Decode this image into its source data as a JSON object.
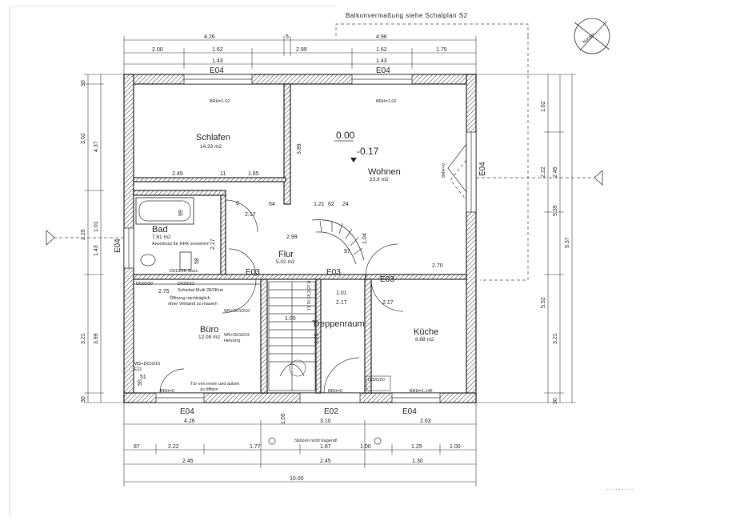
{
  "header_note": "Balkonvermaßung siehe Schalplan S2",
  "north_label": "Norden",
  "rooms": {
    "schlafen": {
      "name": "Schlafen",
      "area": "14.33 m2"
    },
    "wohnen": {
      "name": "Wohnen",
      "area": "23.9 m2"
    },
    "bad": {
      "name": "Bad",
      "area": "7.61 m2"
    },
    "flur": {
      "name": "Flur",
      "area": "5.02 m2"
    },
    "buero": {
      "name": "Büro",
      "area": "12.09 m2"
    },
    "treppenraum": {
      "name": "Treppenraum"
    },
    "kueche": {
      "name": "Küche",
      "area": "8.68 m2"
    }
  },
  "levels": {
    "top": "0.00",
    "bottom": "-0.17"
  },
  "window_tags": {
    "e04": "E04",
    "e03": "E03",
    "e02": "E02"
  },
  "notes": {
    "bad_anschluss": "Anschluss für HHK vorsehen!",
    "wand_sturz": "D010/28 Sturz",
    "d020": "D020/20",
    "d033": "D033/33",
    "schiebe": "Schiebel-Multi 28/28cm",
    "oeffnung": "Öffnung nachträglich",
    "verband": "ohne Verband zu mauern",
    "w5_1": "W5+D010/10",
    "w5_2": "E11",
    "heizung": "W5+D010/15",
    "heizung2": "Heizung",
    "moeglich": "W5+D010/10",
    "tuer_1": "Tür von innen und außen",
    "tuer_2": "zu öffnen",
    "stuetzen": "Stützen nicht tragend!",
    "brh_102": "BRH=1.02",
    "brh_0": "BRH=0",
    "brh_1145": "BRH=1.145",
    "d020_k": "D020/20",
    "stairs": "13 St 18.2/27.0"
  },
  "dims_top": {
    "row1": [
      "4.26",
      "5",
      "4.96"
    ],
    "row2": [
      "2.00",
      "1.62",
      "2.99",
      "1.62",
      "1.75"
    ],
    "row3": [
      "1.43",
      "1.43"
    ]
  },
  "dims_bottom": {
    "row1": [
      "4.26",
      "3.10",
      "2.63"
    ],
    "row2": [
      "87",
      "2.22",
      "1.77",
      "1.87",
      "1.00",
      "1.25",
      "1.00"
    ],
    "row3": [
      "2.45",
      "2.45",
      "1.30"
    ],
    "row4": [
      "10.00"
    ]
  },
  "dims_left": {
    "row1": [
      "30",
      "3.02",
      "2.25",
      "1.43",
      "3.21",
      "30"
    ],
    "row2": [
      "4.37",
      "1.01",
      "3.99"
    ]
  },
  "dims_right": {
    "row1": [
      "1.62",
      "2.22",
      "5.52",
      "3.21"
    ],
    "row2": [
      "2.45",
      "5.39",
      "30"
    ],
    "row3": [
      "9.37"
    ]
  },
  "dims_inner": {
    "schlafen_w": "2.49",
    "schlafen_sep": "11",
    "schlafen_w2": "1.65",
    "schlafen_h": "3.89",
    "flur_w": "2.99",
    "buero_w": "2.75",
    "wohnen_w": "2.70",
    "wohnen_w2": "1.21",
    "door_217a": "2.17",
    "door_217b": "2.17",
    "door_217c": "2.17",
    "door_217d": "2.17",
    "door_101": "1.01",
    "door_104": "1.04",
    "treppe_100": "1.00",
    "treppe_h": "3.25",
    "bad_99": "99",
    "bad_58": "58",
    "flur_97": "97",
    "fenster_105": "1.05",
    "buero_51": "51",
    "buero_50": "50",
    "bad_64": "64",
    "bad_6": "6",
    "wohn_62": "62",
    "wohn_24": "24"
  }
}
